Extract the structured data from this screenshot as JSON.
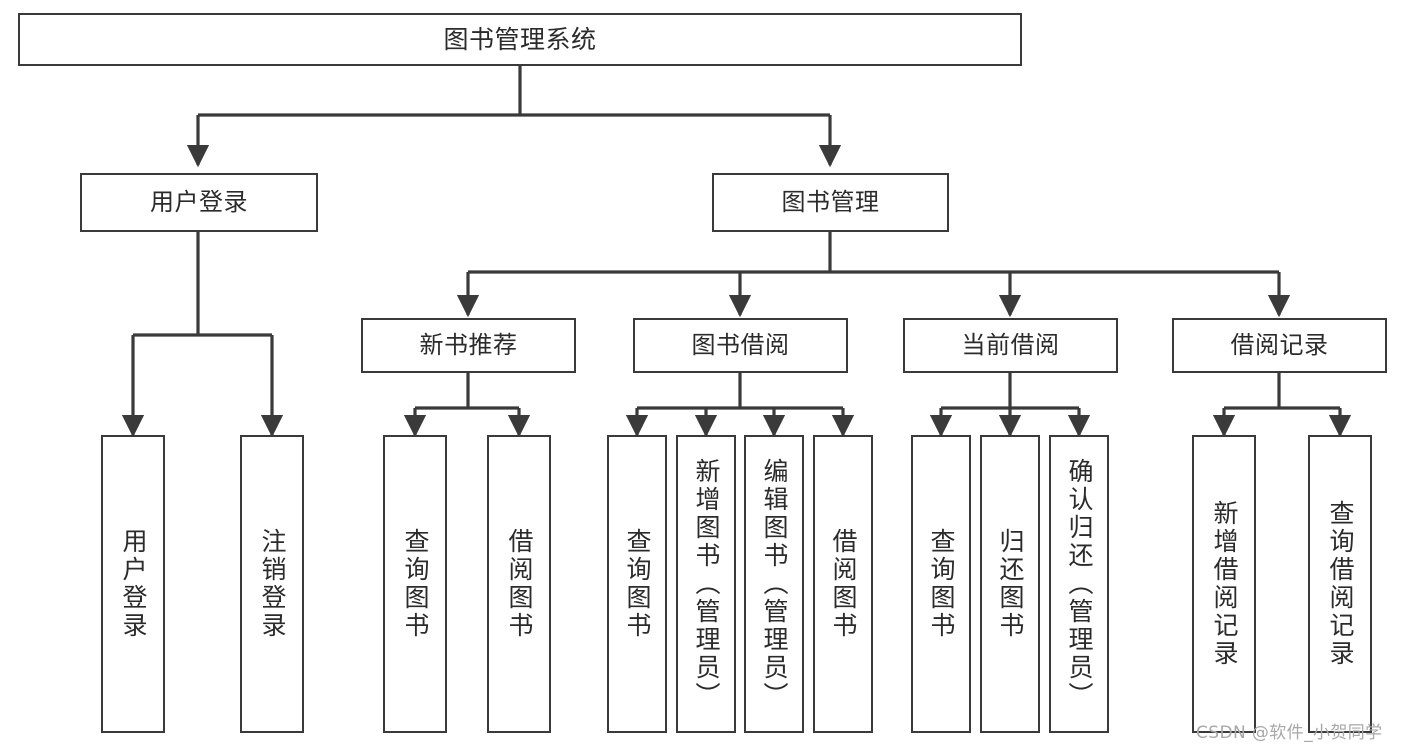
{
  "diagram": {
    "title": "图书管理系统",
    "type": "功能结构图",
    "style": {
      "box_border_color": "#3a3a3a",
      "box_fill_color": "#ffffff",
      "line_color": "#3a3a3a",
      "text_color": "#2b2b2b",
      "background_color": "#ffffff"
    },
    "nodes": {
      "root": {
        "label": "图书管理系统",
        "level": 0,
        "orientation": "horizontal"
      },
      "login": {
        "label": "用户登录",
        "level": 1,
        "orientation": "horizontal"
      },
      "bookmgmt": {
        "label": "图书管理",
        "level": 1,
        "orientation": "horizontal"
      },
      "newrec": {
        "label": "新书推荐",
        "level": 2,
        "orientation": "horizontal"
      },
      "borrow": {
        "label": "图书借阅",
        "level": 2,
        "orientation": "horizontal"
      },
      "current": {
        "label": "当前借阅",
        "level": 2,
        "orientation": "horizontal"
      },
      "records": {
        "label": "借阅记录",
        "level": 2,
        "orientation": "horizontal"
      },
      "leaf_1_1": {
        "label": "用户登录",
        "level": 3,
        "orientation": "vertical"
      },
      "leaf_1_2": {
        "label": "注销登录",
        "level": 3,
        "orientation": "vertical"
      },
      "leaf_2_1": {
        "label": "查询图书",
        "level": 3,
        "orientation": "vertical"
      },
      "leaf_2_2": {
        "label": "借阅图书",
        "level": 3,
        "orientation": "vertical"
      },
      "leaf_3_1": {
        "label": "查询图书",
        "level": 3,
        "orientation": "vertical"
      },
      "leaf_3_2": {
        "label": "新增图书（管理员）",
        "level": 3,
        "orientation": "vertical"
      },
      "leaf_3_3": {
        "label": "编辑图书（管理员）",
        "level": 3,
        "orientation": "vertical"
      },
      "leaf_3_4": {
        "label": "借阅图书",
        "level": 3,
        "orientation": "vertical"
      },
      "leaf_4_1": {
        "label": "查询图书",
        "level": 3,
        "orientation": "vertical"
      },
      "leaf_4_2": {
        "label": "归还图书",
        "level": 3,
        "orientation": "vertical"
      },
      "leaf_4_3": {
        "label": "确认归还（管理员）",
        "level": 3,
        "orientation": "vertical"
      },
      "leaf_5_1": {
        "label": "新增借阅记录",
        "level": 3,
        "orientation": "vertical"
      },
      "leaf_5_2": {
        "label": "查询借阅记录",
        "level": 3,
        "orientation": "vertical"
      }
    },
    "edges": [
      {
        "from": "root",
        "to": "login"
      },
      {
        "from": "root",
        "to": "bookmgmt"
      },
      {
        "from": "login",
        "to": "leaf_1_1"
      },
      {
        "from": "login",
        "to": "leaf_1_2"
      },
      {
        "from": "bookmgmt",
        "to": "newrec"
      },
      {
        "from": "bookmgmt",
        "to": "borrow"
      },
      {
        "from": "bookmgmt",
        "to": "current"
      },
      {
        "from": "bookmgmt",
        "to": "records"
      },
      {
        "from": "newrec",
        "to": "leaf_2_1"
      },
      {
        "from": "newrec",
        "to": "leaf_2_2"
      },
      {
        "from": "borrow",
        "to": "leaf_3_1"
      },
      {
        "from": "borrow",
        "to": "leaf_3_2"
      },
      {
        "from": "borrow",
        "to": "leaf_3_3"
      },
      {
        "from": "borrow",
        "to": "leaf_3_4"
      },
      {
        "from": "current",
        "to": "leaf_4_1"
      },
      {
        "from": "current",
        "to": "leaf_4_2"
      },
      {
        "from": "current",
        "to": "leaf_4_3"
      },
      {
        "from": "records",
        "to": "leaf_5_1"
      },
      {
        "from": "records",
        "to": "leaf_5_2"
      }
    ]
  },
  "watermark": {
    "text": "CSDN @软件_小贺同学"
  }
}
